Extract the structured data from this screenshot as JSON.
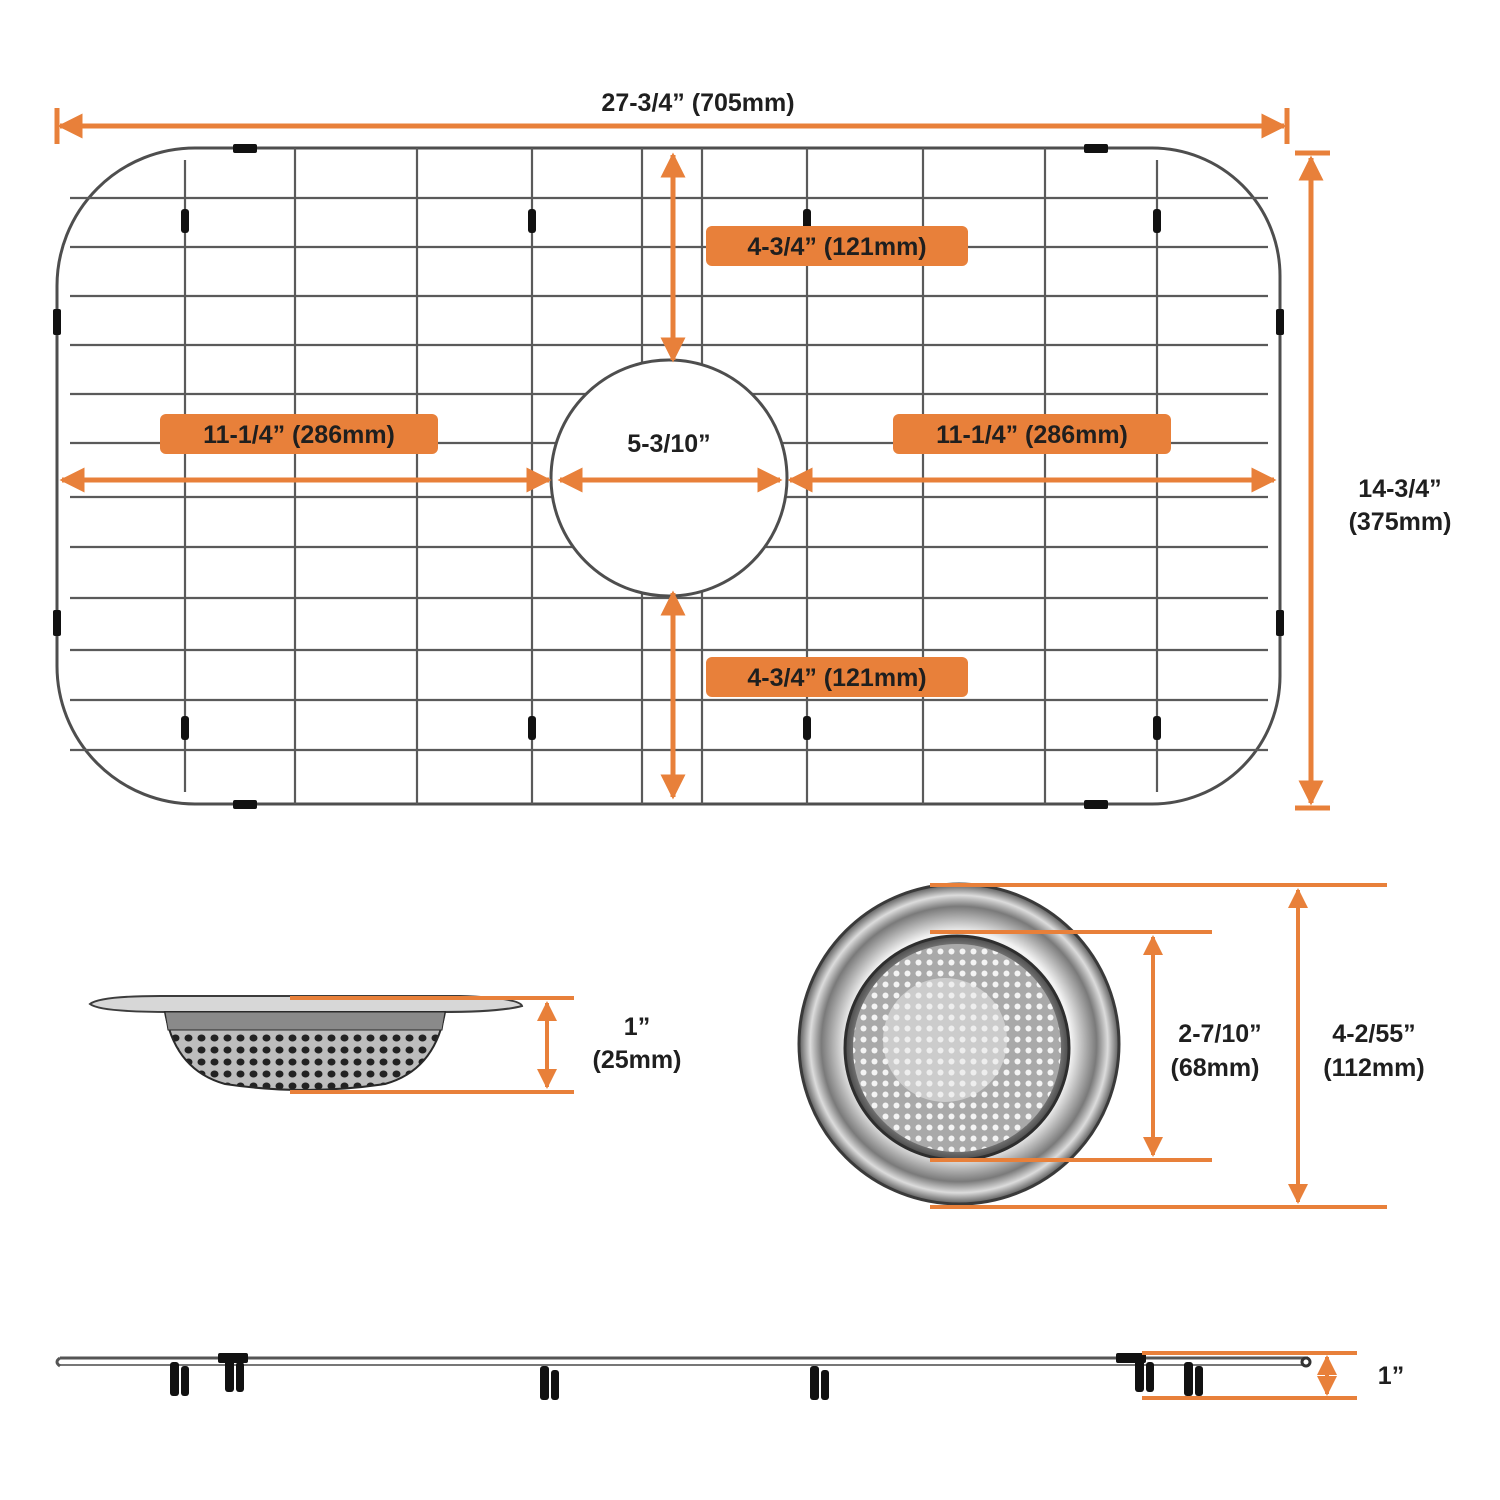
{
  "colors": {
    "accent": "#e8803a",
    "wire": "#555555",
    "foot": "#111111",
    "ink": "#1f1f1f"
  },
  "icons": [
    "sink-grid-icon",
    "drain-hole-icon",
    "strainer-side-icon",
    "strainer-top-icon",
    "grid-profile-icon"
  ],
  "dimensions": {
    "grid_width": "27-3/4”  (705mm)",
    "grid_height_in": "14-3/4”",
    "grid_height_mm": "(375mm)",
    "top_to_hole": "4-3/4”  (121mm)",
    "hole_to_bottom": "4-3/4”  (121mm)",
    "left_to_hole": "11-1/4”  (286mm)",
    "hole_to_right": "11-1/4”  (286mm)",
    "hole_diameter": "5-3/10”",
    "strainer_depth_in": "1”",
    "strainer_depth_mm": "(25mm)",
    "basket_diameter_in": "2-7/10”",
    "basket_diameter_mm": "(68mm)",
    "strainer_diameter_in": "4-2/55”",
    "strainer_diameter_mm": "(112mm)",
    "grid_profile_height": "1”"
  }
}
